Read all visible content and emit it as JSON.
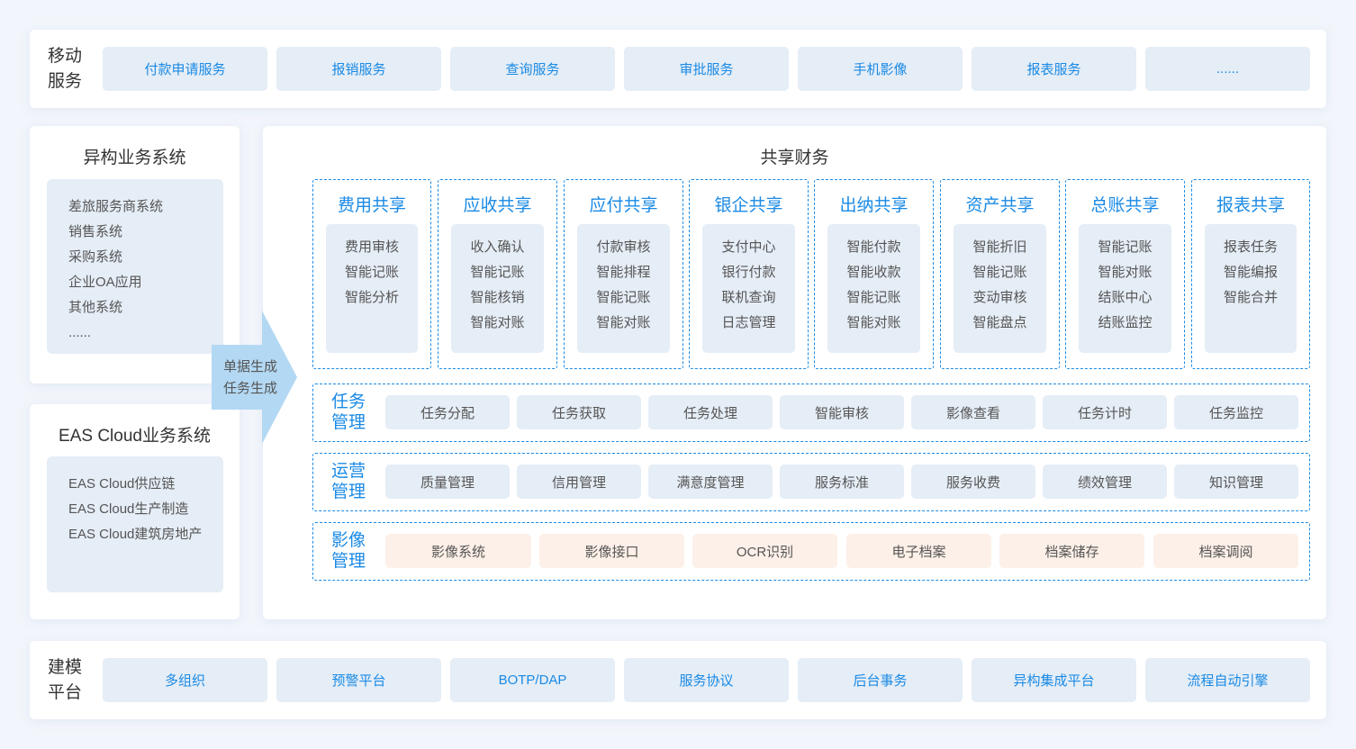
{
  "mobile_services": {
    "label": "移动\n服务",
    "label_line1": "移动",
    "label_line2": "服务",
    "items": [
      "付款申请服务",
      "报销服务",
      "查询服务",
      "审批服务",
      "手机影像",
      "报表服务",
      "......"
    ]
  },
  "heterogeneous_systems": {
    "title": "异构业务系统",
    "items": [
      "差旅服务商系统",
      "销售系统",
      "采购系统",
      "企业OA应用",
      "其他系统",
      "......"
    ]
  },
  "eas_cloud_systems": {
    "title": "EAS Cloud业务系统",
    "items": [
      "EAS Cloud供应链",
      "EAS Cloud生产制造",
      "EAS Cloud建筑房地产"
    ]
  },
  "flow_arrow": {
    "line1": "单据生成",
    "line2": "任务生成"
  },
  "shared_finance": {
    "title": "共享财务",
    "columns": [
      {
        "title": "费用共享",
        "items": [
          "费用审核",
          "智能记账",
          "智能分析"
        ]
      },
      {
        "title": "应收共享",
        "items": [
          "收入确认",
          "智能记账",
          "智能核销",
          "智能对账"
        ]
      },
      {
        "title": "应付共享",
        "items": [
          "付款审核",
          "智能排程",
          "智能记账",
          "智能对账"
        ]
      },
      {
        "title": "银企共享",
        "items": [
          "支付中心",
          "银行付款",
          "联机查询",
          "日志管理"
        ]
      },
      {
        "title": "出纳共享",
        "items": [
          "智能付款",
          "智能收款",
          "智能记账",
          "智能对账"
        ]
      },
      {
        "title": "资产共享",
        "items": [
          "智能折旧",
          "智能记账",
          "变动审核",
          "智能盘点"
        ]
      },
      {
        "title": "总账共享",
        "items": [
          "智能记账",
          "智能对账",
          "结账中心",
          "结账监控"
        ]
      },
      {
        "title": "报表共享",
        "items": [
          "报表任务",
          "智能编报",
          "智能合并"
        ]
      }
    ],
    "task_management": {
      "label_line1": "任务",
      "label_line2": "管理",
      "items": [
        "任务分配",
        "任务获取",
        "任务处理",
        "智能审核",
        "影像查看",
        "任务计时",
        "任务监控"
      ]
    },
    "operations_management": {
      "label_line1": "运营",
      "label_line2": "管理",
      "items": [
        "质量管理",
        "信用管理",
        "满意度管理",
        "服务标准",
        "服务收费",
        "绩效管理",
        "知识管理"
      ]
    },
    "image_management": {
      "label_line1": "影像",
      "label_line2": "管理",
      "items": [
        "影像系统",
        "影像接口",
        "OCR识别",
        "电子档案",
        "档案储存",
        "档案调阅"
      ]
    }
  },
  "modeling_platform": {
    "label_line1": "建模",
    "label_line2": "平台",
    "items": [
      "多组织",
      "预警平台",
      "BOTP/DAP",
      "服务协议",
      "后台事务",
      "异构集成平台",
      "流程自动引擎"
    ]
  },
  "colors": {
    "accent_blue": "#1a8ae5",
    "pill_bg": "#e5edf6",
    "peach_bg": "#fdf0e8",
    "arrow_blue": "#b3d8f3",
    "page_bg": "#f2f5fb"
  }
}
